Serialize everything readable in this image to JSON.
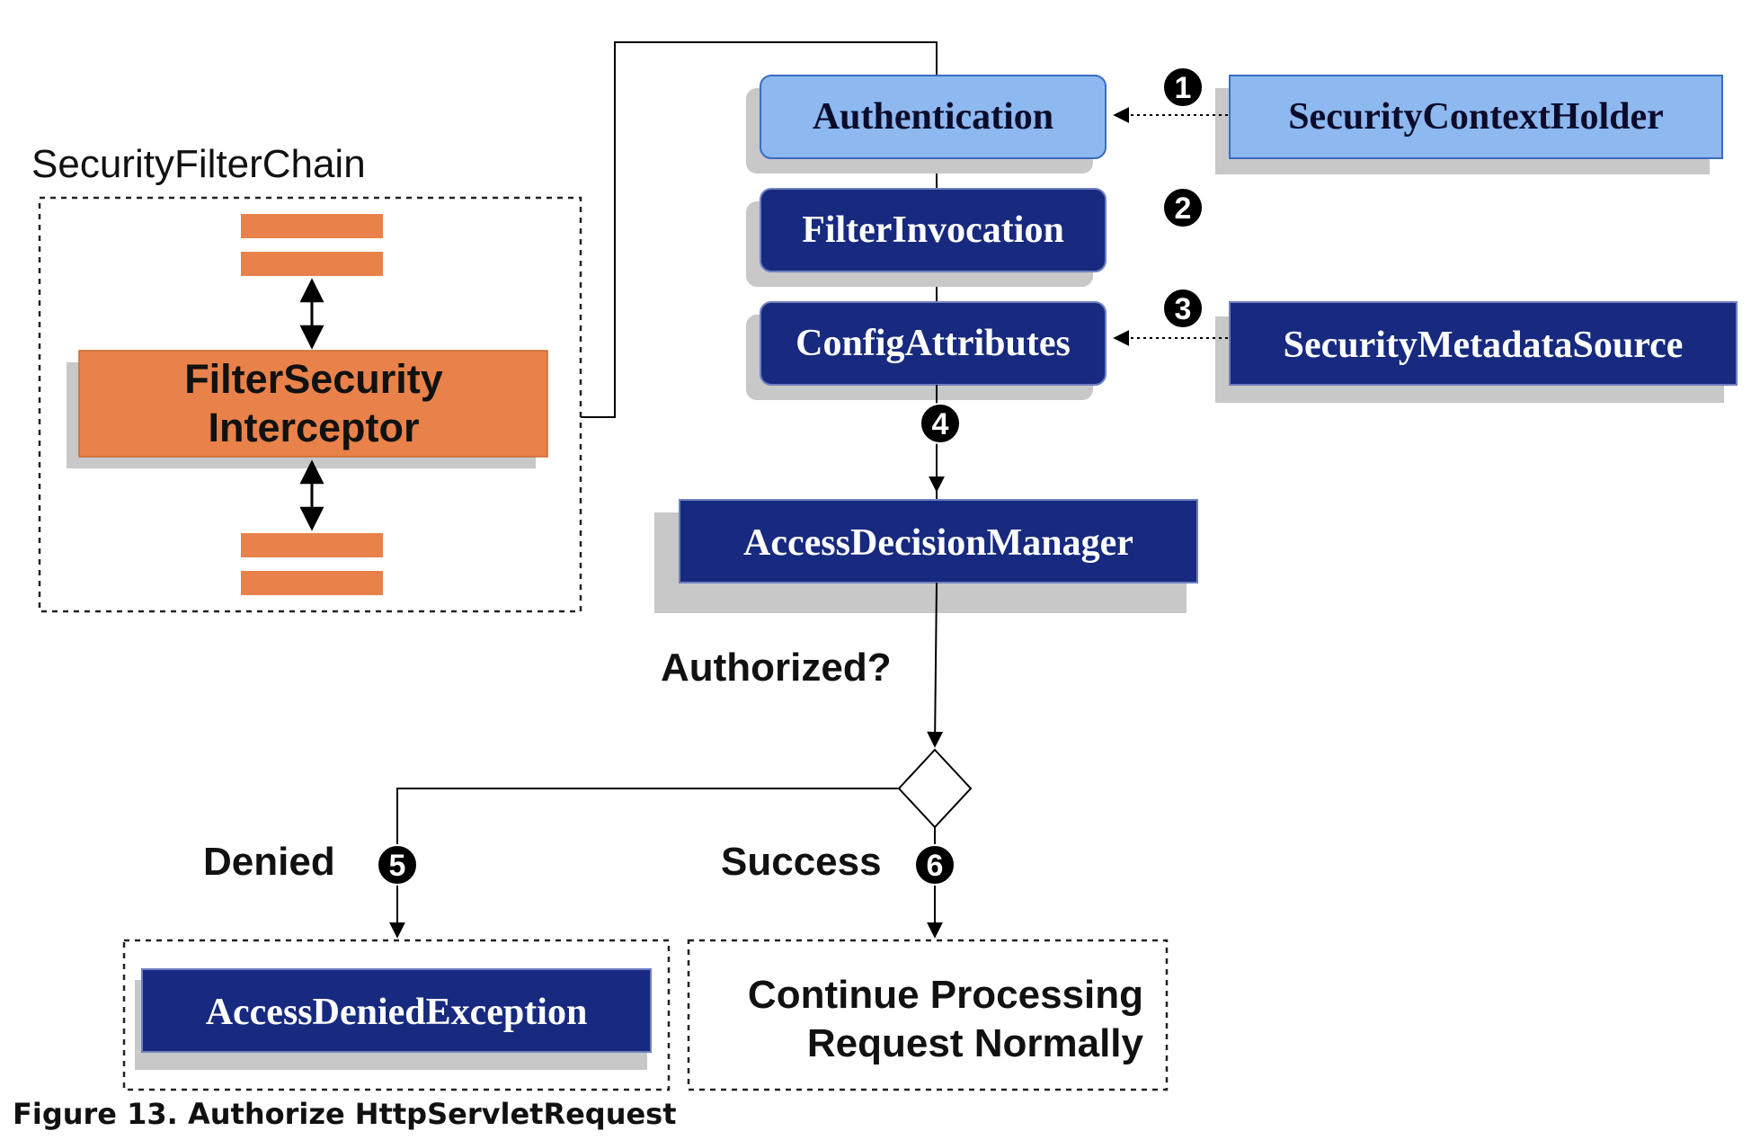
{
  "diagram": {
    "filter_chain": {
      "title": "SecurityFilterChain",
      "interceptor_line1": "FilterSecurity",
      "interceptor_line2": "Interceptor"
    },
    "boxes": {
      "authentication": "Authentication",
      "filter_invocation": "FilterInvocation",
      "config_attributes": "ConfigAttributes",
      "security_context_holder": "SecurityContextHolder",
      "security_metadata_source": "SecurityMetadataSource",
      "access_decision_manager": "AccessDecisionManager",
      "access_denied_exception": "AccessDeniedException"
    },
    "decision": {
      "question": "Authorized?",
      "denied": "Denied",
      "success": "Success"
    },
    "continue": {
      "line1": "Continue Processing",
      "line2": "Request Normally"
    },
    "steps": [
      "1",
      "2",
      "3",
      "4",
      "5",
      "6"
    ],
    "colors": {
      "orange": "#e8824a",
      "light_blue": "#8db8f0",
      "dark_blue": "#172a7f",
      "shadow": "#c8c8c8",
      "line": "#000000"
    }
  },
  "caption": "Figure 13. Authorize HttpServletRequest"
}
